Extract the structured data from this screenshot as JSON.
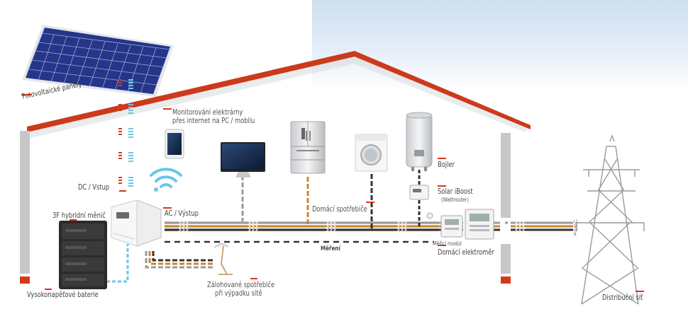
{
  "labels": {
    "pv": "Fotovoltaické panely",
    "monitoring_1": "Monitorování elektrárny",
    "monitoring_2": "přes internet na PC / mobilu",
    "dc": "DC / Vstup",
    "inverter": "3F hybridní měnič",
    "ac": "AC  / Výstup",
    "consumers": "Domácí spotřebiče",
    "boiler": "Bojler",
    "iboost": "Solar iBoost",
    "wattrouter": "(Wattrouter)",
    "measuring": "Měření",
    "meter_module": "Měřicí modul",
    "home_meter": "Domácí elektroměr",
    "battery": "Vysokonapěťové baterie",
    "backup_1": "Zálohované spotřebiče",
    "backup_2": "při výpadku sítě",
    "grid": "Distribuční síť",
    "phases": [
      "L1",
      "L2",
      "L3",
      "N"
    ]
  },
  "colors": {
    "accent": "#d6391a",
    "roof": "#cc3a1c",
    "dc_line": "#6cc4ec",
    "l1": "#9a9a9a",
    "l2": "#c8892e",
    "l3": "#3b302b",
    "n": "#888888",
    "wall": "#c4c4c4"
  }
}
